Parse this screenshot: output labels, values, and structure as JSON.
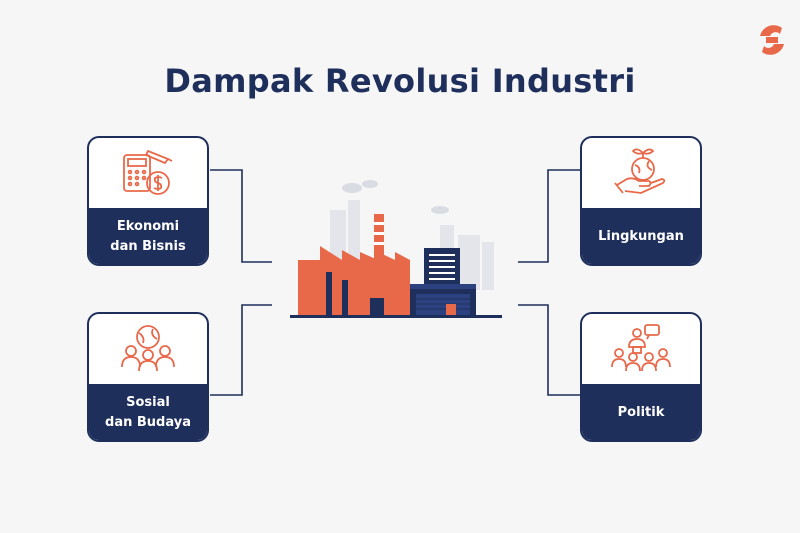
{
  "title": "Dampak Revolusi Industri",
  "colors": {
    "navy": "#1f2f5c",
    "orange": "#e8694a",
    "background": "#f6f6f6"
  },
  "cards": [
    {
      "label": "Ekonomi\ndan Bisnis",
      "icon": "finance-icon"
    },
    {
      "label": "Sosial\ndan Budaya",
      "icon": "society-icon"
    },
    {
      "label": "Lingkungan",
      "icon": "environment-icon"
    },
    {
      "label": "Politik",
      "icon": "politics-icon"
    }
  ],
  "logo": "logo-icon",
  "center_illustration": "factory-icon"
}
